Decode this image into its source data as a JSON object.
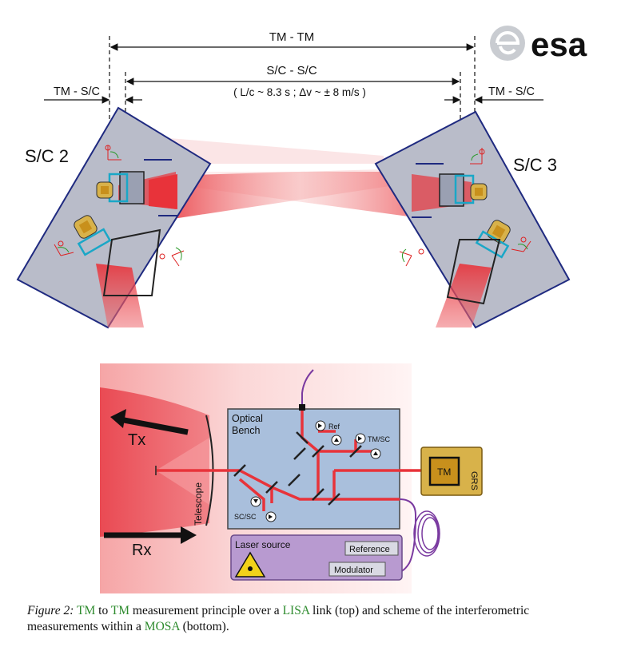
{
  "logo": {
    "text": "esa"
  },
  "top": {
    "tm_tm": "TM - TM",
    "sc_sc": "S/C - S/C",
    "formula": "( L/c ~ 8.3 s ; Δv ~ ± 8 m/s )",
    "tm_sc_left": "TM - S/C",
    "tm_sc_right": "TM - S/C",
    "sc2": "S/C 2",
    "sc3": "S/C 3"
  },
  "bottom": {
    "tx": "Tx",
    "rx": "Rx",
    "telescope": "Telescope",
    "optical_bench": "Optical",
    "optical_bench_2": "Bench",
    "ref": "Ref",
    "tm_sc": "TM/SC",
    "sc_sc": "SC/SC",
    "tm": "TM",
    "grs": "GRS",
    "laser_source": "Laser source",
    "reference": "Reference",
    "modulator": "Modulator"
  },
  "caption": {
    "label": "Figure 2:",
    "p1": "TM",
    "p2": " to ",
    "p3": "TM",
    "p4": " measurement principle over a ",
    "p5": "LISA",
    "p6": " link (top) and scheme of the interferometric measurements within a ",
    "p7": "MOSA",
    "p8": " (bottom)."
  },
  "colors": {
    "spacecraft_fill": "#b9bcc9",
    "spacecraft_edge": "#1f2a80",
    "beam": "#e8333a",
    "bench": "#a9bfdc",
    "laser_box": "#b89ad0",
    "grs_box": "#d8b24a",
    "tm_square": "#c8901c",
    "fiber": "#7a3aa0",
    "caption_green": "#2e8b2e"
  }
}
